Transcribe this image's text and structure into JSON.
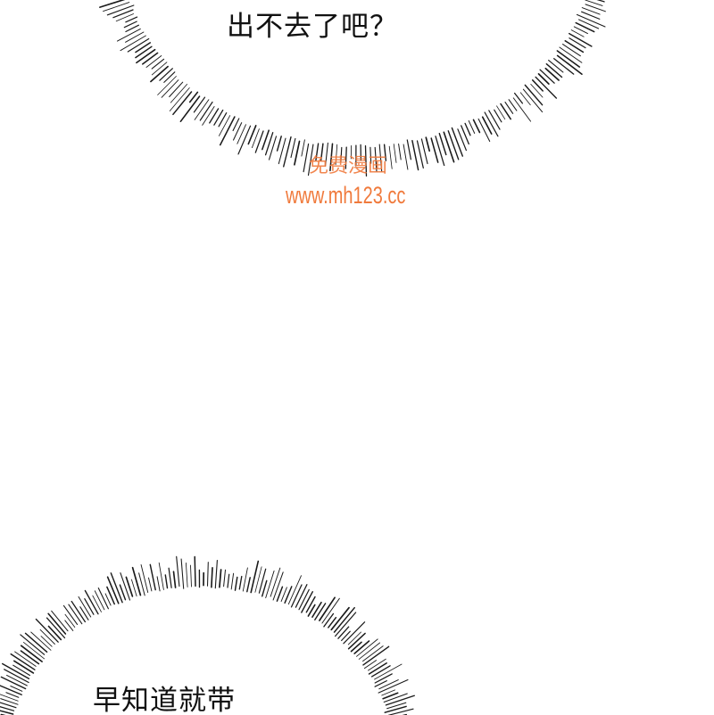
{
  "panel_top": {
    "dialogue": "出不去了吧？"
  },
  "panel_bottom": {
    "dialogue": "早知道就带"
  },
  "watermark": {
    "site_name": "免费漫画",
    "url": "www.mh123.cc",
    "color": "#f07a3c"
  },
  "style": {
    "background": "#ffffff",
    "text_color": "#111111",
    "bubble_stroke": "#1a1a1a"
  }
}
